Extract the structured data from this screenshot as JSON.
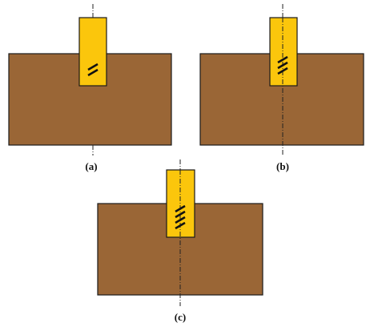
{
  "colors": {
    "block": "#9a6636",
    "block_edge": "#1a1a1a",
    "insert": "#fbc60c",
    "insert_edge": "#1a1a1a",
    "axis_line": "#222222",
    "marks": "#111111"
  },
  "panels": [
    {
      "label": "(a)",
      "mark_count": 2,
      "axis_through_block": false
    },
    {
      "label": "(b)",
      "mark_count": 3,
      "axis_through_block": true
    },
    {
      "label": "(c)",
      "mark_count": 4,
      "axis_through_block": true
    }
  ]
}
